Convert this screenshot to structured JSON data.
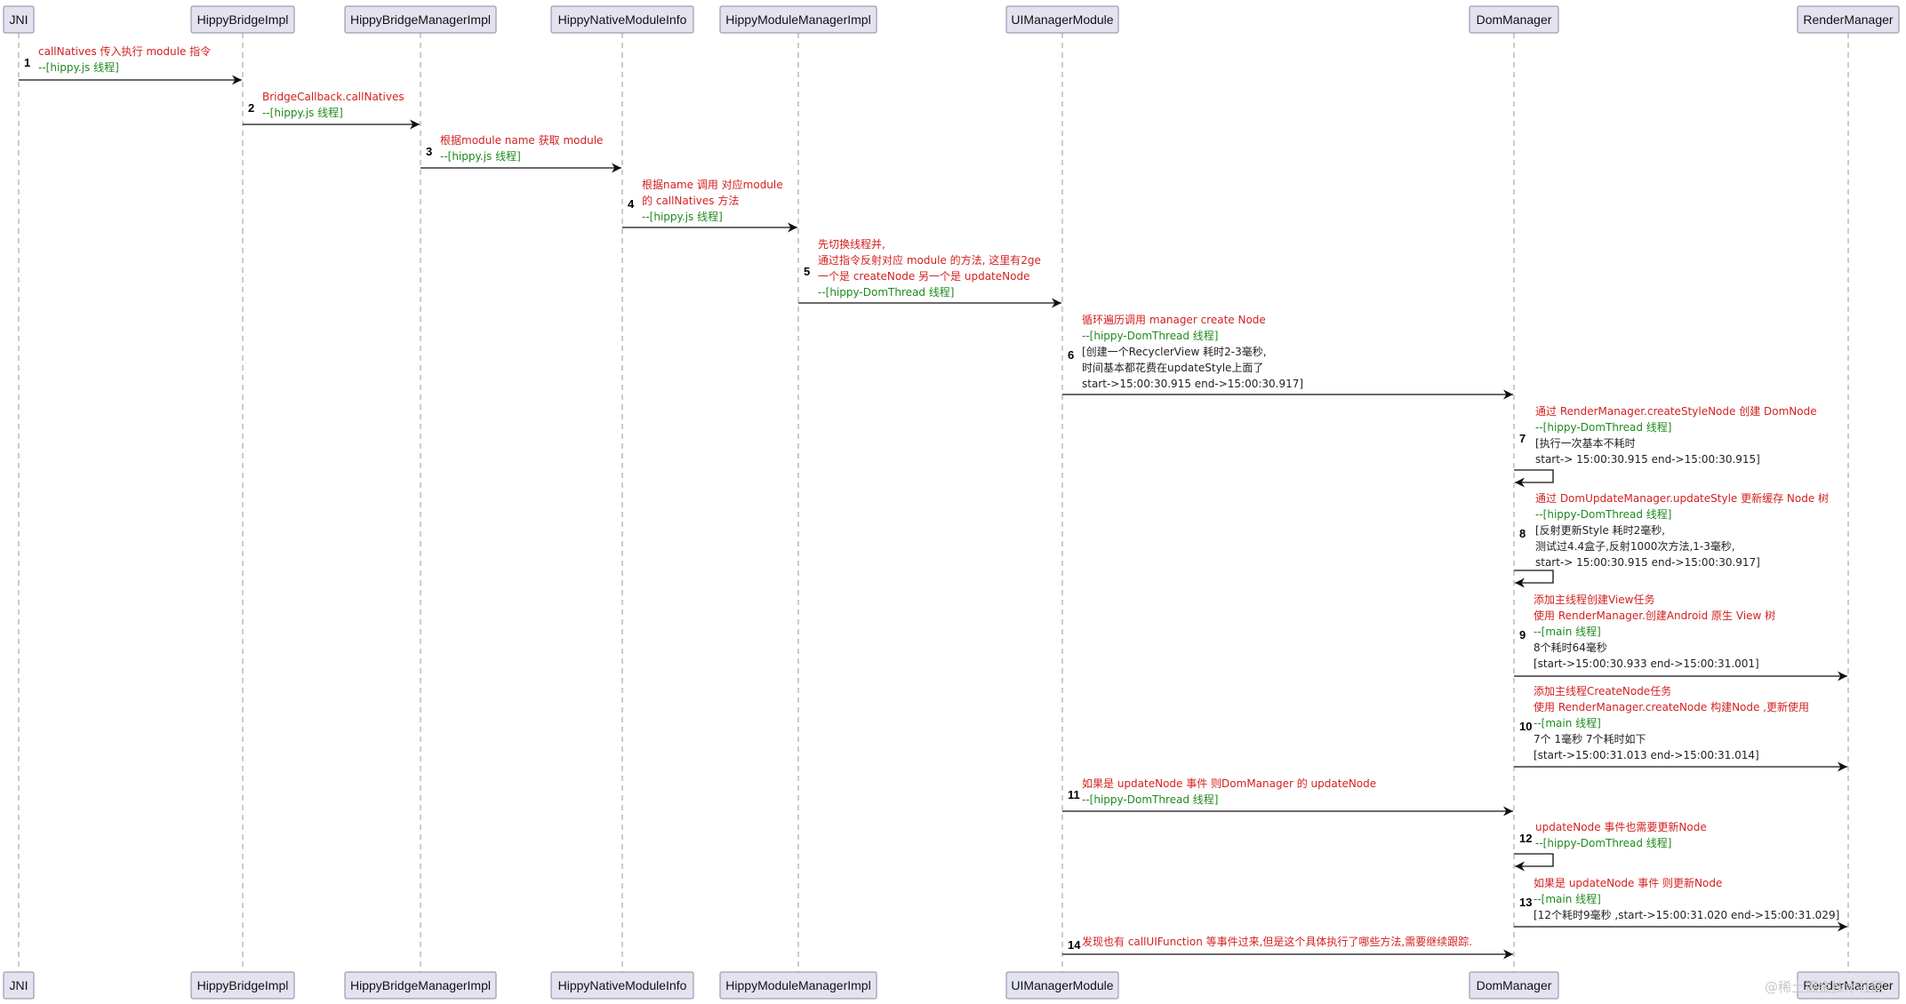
{
  "colors": {
    "red": "#d42020",
    "green": "#1f8a1f",
    "dark": "#222222",
    "participant_fill": "#e3e3f0",
    "participant_stroke": "#8a8aa0"
  },
  "participants": [
    {
      "id": "jni",
      "label": "JNI"
    },
    {
      "id": "bridge",
      "label": "HippyBridgeImpl"
    },
    {
      "id": "bridgemgr",
      "label": "HippyBridgeManagerImpl"
    },
    {
      "id": "nativeinfo",
      "label": "HippyNativeModuleInfo"
    },
    {
      "id": "modulemgr",
      "label": "HippyModuleManagerImpl"
    },
    {
      "id": "uimgr",
      "label": "UIManagerModule"
    },
    {
      "id": "dommgr",
      "label": "DomManager"
    },
    {
      "id": "rendermgr",
      "label": "RenderManager"
    }
  ],
  "messages": [
    {
      "num": "1",
      "from": "jni",
      "to": "bridge",
      "lines": [
        {
          "text": "callNatives  传入执行 module  指令",
          "color": "red"
        },
        {
          "text": "  --[hippy.js 线程]",
          "color": "green"
        }
      ]
    },
    {
      "num": "2",
      "from": "bridge",
      "to": "bridgemgr",
      "lines": [
        {
          "text": "BridgeCallback.callNatives",
          "color": "red"
        },
        {
          "text": "--[hippy.js 线程]",
          "color": "green"
        }
      ]
    },
    {
      "num": "3",
      "from": "bridgemgr",
      "to": "nativeinfo",
      "lines": [
        {
          "text": "根据module name 获取 module",
          "color": "red"
        },
        {
          "text": "--[hippy.js 线程]",
          "color": "green"
        }
      ]
    },
    {
      "num": "4",
      "from": "nativeinfo",
      "to": "modulemgr",
      "lines": [
        {
          "text": "根据name 调用 对应module",
          "color": "red"
        },
        {
          "text": "的 callNatives 方法",
          "color": "red"
        },
        {
          "text": "--[hippy.js 线程]",
          "color": "green"
        }
      ]
    },
    {
      "num": "5",
      "from": "modulemgr",
      "to": "uimgr",
      "lines": [
        {
          "text": "先切换线程并,",
          "color": "red"
        },
        {
          "text": "通过指令反射对应 module 的方法, 这里有2ge",
          "color": "red"
        },
        {
          "text": "一个是 createNode  另一个是 updateNode",
          "color": "red"
        },
        {
          "text": "--[hippy-DomThread 线程]",
          "color": "green"
        }
      ]
    },
    {
      "num": "6",
      "from": "uimgr",
      "to": "dommgr",
      "lines": [
        {
          "text": "循环遍历调用 manager create Node",
          "color": "red"
        },
        {
          "text": "--[hippy-DomThread 线程]",
          "color": "green"
        },
        {
          "text": "[创建一个RecyclerView 耗时2-3毫秒,",
          "color": "dark"
        },
        {
          "text": "时间基本都花费在updateStyle上面了",
          "color": "dark"
        },
        {
          "text": "  start->15:00:30.915 end->15:00:30.917]",
          "color": "dark"
        }
      ]
    },
    {
      "num": "7",
      "from": "dommgr",
      "to": "dommgr",
      "lines": [
        {
          "text": "通过 RenderManager.createStyleNode 创建 DomNode",
          "color": "red"
        },
        {
          "text": "--[hippy-DomThread 线程]",
          "color": "green"
        },
        {
          "text": " [执行一次基本不耗时",
          "color": "dark"
        },
        {
          "text": "  start-> 15:00:30.915  end->15:00:30.915]",
          "color": "dark"
        }
      ]
    },
    {
      "num": "8",
      "from": "dommgr",
      "to": "dommgr",
      "lines": [
        {
          "text": "通过 DomUpdateManager.updateStyle 更新缓存 Node 树",
          "color": "red"
        },
        {
          "text": "--[hippy-DomThread 线程]",
          "color": "green"
        },
        {
          "text": "[反射更新Style 耗时2毫秒,",
          "color": "dark"
        },
        {
          "text": "测试过4.4盒子,反射1000次方法,1-3毫秒,",
          "color": "dark"
        },
        {
          "text": "  start-> 15:00:30.915  end->15:00:30.917]",
          "color": "dark"
        }
      ]
    },
    {
      "num": "9",
      "from": "dommgr",
      "to": "rendermgr",
      "lines": [
        {
          "text": "添加主线程创建View任务",
          "color": "red"
        },
        {
          "text": "使用 RenderManager.创建Android 原生 View 树",
          "color": "red"
        },
        {
          "text": "--[main 线程]",
          "color": "green"
        },
        {
          "text": " 8个耗时64毫秒",
          "color": "dark"
        },
        {
          "text": "[start->15:00:30.933 end->15:00:31.001]",
          "color": "dark"
        }
      ]
    },
    {
      "num": "10",
      "from": "dommgr",
      "to": "rendermgr",
      "lines": [
        {
          "text": "添加主线程CreateNode任务",
          "color": "red"
        },
        {
          "text": "使用 RenderManager.createNode  构建Node ,更新使用",
          "color": "red"
        },
        {
          "text": "--[main 线程]",
          "color": "green"
        },
        {
          "text": "  7个 1毫秒 7个耗时如下",
          "color": "dark"
        },
        {
          "text": "[start->15:00:31.013  end->15:00:31.014]",
          "color": "dark"
        }
      ]
    },
    {
      "num": "11",
      "from": "uimgr",
      "to": "dommgr",
      "lines": [
        {
          "text": "如果是 updateNode 事件 则DomManager 的 updateNode",
          "color": "red"
        },
        {
          "text": "--[hippy-DomThread 线程]",
          "color": "green"
        }
      ]
    },
    {
      "num": "12",
      "from": "dommgr",
      "to": "dommgr",
      "lines": [
        {
          "text": "updateNode 事件也需要更新Node",
          "color": "red"
        },
        {
          "text": "--[hippy-DomThread 线程]",
          "color": "green"
        }
      ]
    },
    {
      "num": "13",
      "from": "dommgr",
      "to": "rendermgr",
      "lines": [
        {
          "text": "如果是 updateNode 事件 则更新Node",
          "color": "red"
        },
        {
          "text": "--[main 线程]",
          "color": "green"
        },
        {
          "text": "[12个耗时9毫秒 ,start->15:00:31.020  end->15:00:31.029]",
          "color": "dark"
        }
      ]
    },
    {
      "num": "14",
      "from": "uimgr",
      "to": "dommgr",
      "lines": [
        {
          "text": "发现也有 callUIFunction 等事件过来,但是这个具体执行了哪些方法,需要继续跟踪.",
          "color": "red"
        }
      ]
    }
  ],
  "watermark": "@稀土掘金技术社区"
}
